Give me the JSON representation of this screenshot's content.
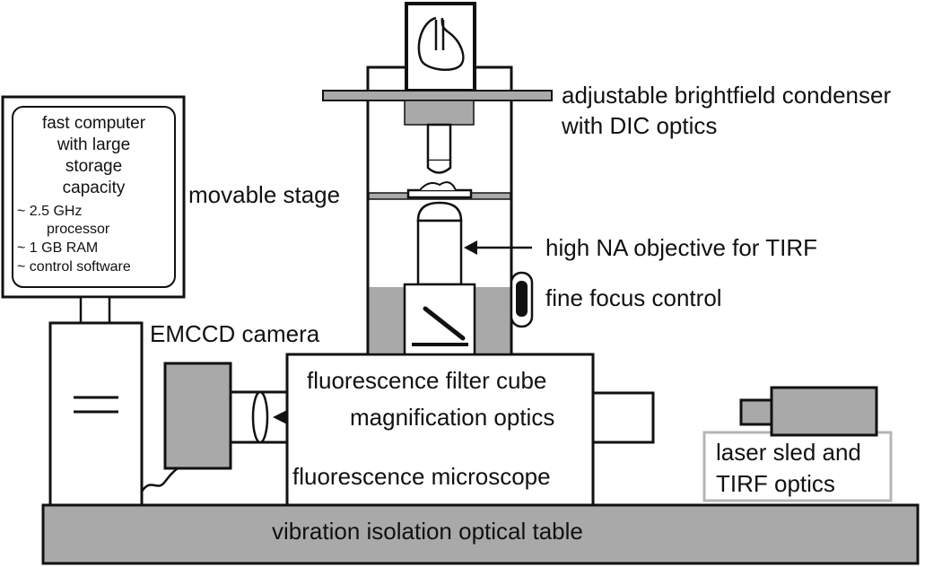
{
  "computer": {
    "lines": [
      "fast computer",
      "with large",
      "storage",
      "capacity"
    ],
    "specs": [
      "~ 2.5 GHz",
      "processor",
      "~ 1 GB RAM",
      "~ control software"
    ]
  },
  "labels": {
    "condenser_line1": "adjustable brightfield condenser",
    "condenser_line2": "with DIC optics",
    "stage": "movable stage",
    "objective": "high NA objective for TIRF",
    "focus": "fine focus control",
    "camera": "EMCCD camera",
    "filter_cube": "fluorescence filter cube",
    "magnification": "magnification optics",
    "microscope": "fluorescence microscope",
    "laser_line1": "laser sled and",
    "laser_line2": "TIRF optics",
    "table": "vibration isolation optical table"
  },
  "colors": {
    "line": "#111111",
    "gray_fill": "#a9a9a9",
    "dark_fill": "#8c8c8c",
    "laser_border": "#b5b5b5"
  }
}
